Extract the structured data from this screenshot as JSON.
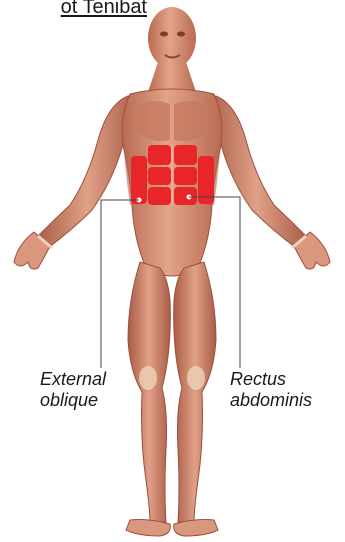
{
  "title_text": "ot Tenibat",
  "labels": {
    "external_oblique": {
      "line1": "External",
      "line2": "oblique"
    },
    "rectus_abdominis": {
      "line1": "Rectus",
      "line2": "abdominis"
    }
  },
  "colors": {
    "skin": "#d9987e",
    "muscle_dark": "#b86a52",
    "highlight": "#e8262a",
    "tendon": "#ecd2b8",
    "leader_line": "#444444"
  }
}
